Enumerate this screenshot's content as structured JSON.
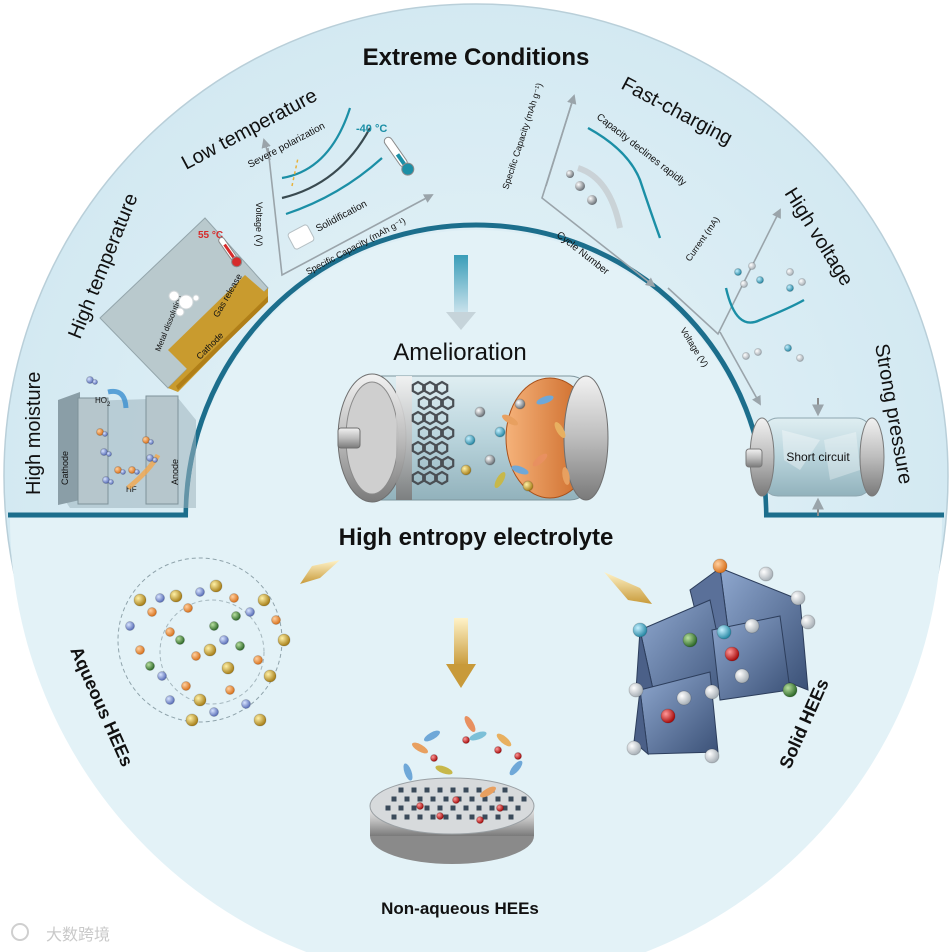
{
  "title": "Extreme Conditions",
  "conditions": {
    "high_moisture": "High moisture",
    "high_temperature": "High temperature",
    "low_temperature": "Low temperature",
    "fast_charging": "Fast-charging",
    "high_voltage": "High voltage",
    "strong_pressure": "Strong pressure"
  },
  "moisture_panel": {
    "cathode": "Cathode",
    "anode": "Anode",
    "ho2": "HO",
    "ho2_sub": "2",
    "hf": "HF"
  },
  "high_temp_panel": {
    "temp": "55 °C",
    "gas": "Gas release",
    "metal": "Metal dissolution",
    "cathode": "Cathode"
  },
  "low_temp_panel": {
    "polarization": "Severe polarization",
    "temp": "-40 °C",
    "solid": "Solidification",
    "ylabel": "Voltage (V)",
    "xlabel": "Specific Capacity (mAh g⁻¹)"
  },
  "fast_panel": {
    "ylabel": "Specific Capacity (mAh g⁻¹)",
    "note": "Capacity declines rapidly",
    "xlabel": "Cycle Number"
  },
  "voltage_panel": {
    "ylabel": "Current (mA)",
    "xlabel": "Voltage (V)"
  },
  "pressure_panel": {
    "label": "Short circuit"
  },
  "center": {
    "amelioration": "Amelioration",
    "hee": "High entropy electrolyte"
  },
  "branches": {
    "aqueous": "Aqueous HEEs",
    "non_aqueous": "Non-aqueous HEEs",
    "solid": "Solid HEEs"
  },
  "watermark": "大数跨境",
  "colors": {
    "outer_ring": "#d8ecf4",
    "inner": "#e4f3f8",
    "border": "#1c6e8c",
    "accent": "#1b8fa6",
    "hot": "#d62b2b"
  }
}
